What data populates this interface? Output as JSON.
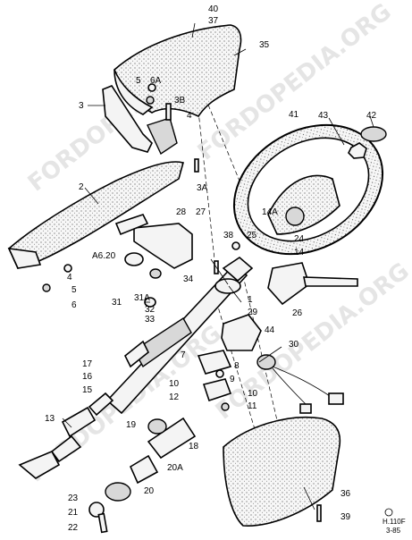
{
  "watermark": {
    "text": "FORDOPEDIA.ORG"
  },
  "callouts": {
    "c40": "40",
    "c37": "37",
    "c35": "35",
    "c5a": "5",
    "c6A": "6A",
    "c3B": "3B",
    "c3": "3",
    "c4a": "4",
    "c41": "41",
    "c43": "43",
    "c42": "42",
    "c2": "2",
    "c3A": "3A",
    "c28": "28",
    "c27": "27",
    "c14A": "14A",
    "c38": "38",
    "c25": "25",
    "c24": "24",
    "c14": "14",
    "cA620": "A6.20",
    "c4b": "4",
    "c5b": "5",
    "c6": "6",
    "c34": "34",
    "c1": "1",
    "c31A": "31A",
    "c31": "31",
    "c32": "32",
    "c33": "33",
    "c26": "26",
    "c29": "29",
    "c44": "44",
    "c30": "30",
    "c7": "7",
    "c8": "8",
    "c17": "17",
    "c16": "16",
    "c15": "15",
    "c10a": "10",
    "c12": "12",
    "c9": "9",
    "c10b": "10",
    "c11": "11",
    "c13": "13",
    "c19": "19",
    "c18": "18",
    "c20A": "20A",
    "c20": "20",
    "c23": "23",
    "c21": "21",
    "c22": "22",
    "c36": "36",
    "c39": "39"
  },
  "ref_code": {
    "line1": "H.110F",
    "line2": "3-85"
  }
}
